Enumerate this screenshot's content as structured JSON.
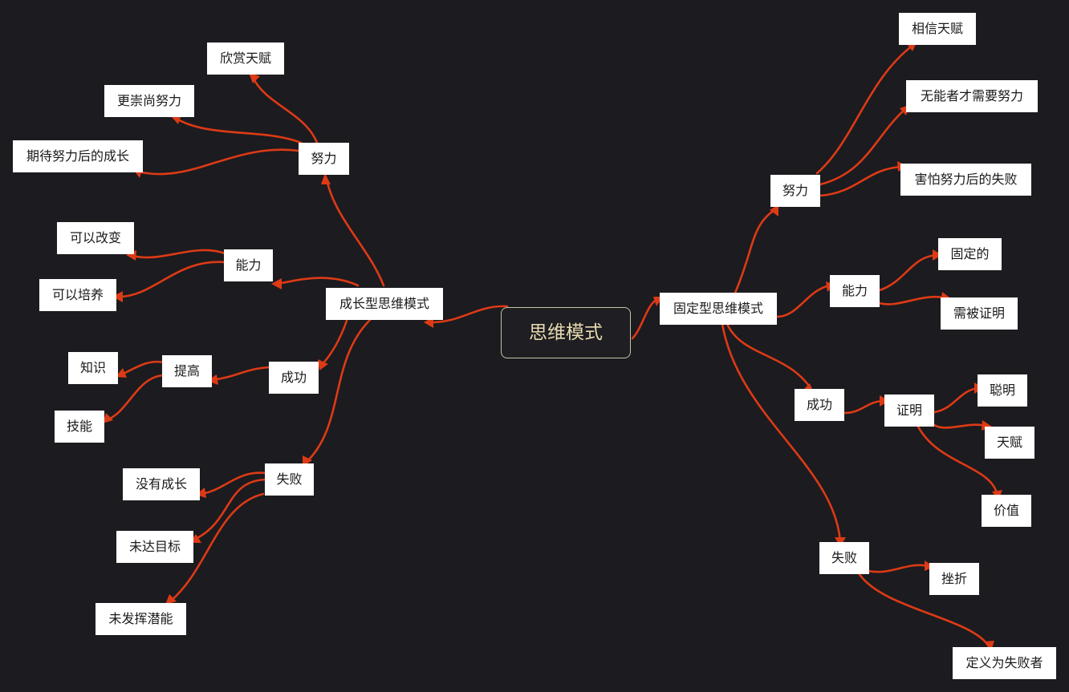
{
  "colors": {
    "background": "#1c1b1f",
    "link": "#dd3a16",
    "node_fill": "#ffffff",
    "root_text": "#e8dbb2"
  },
  "root": "思维模式",
  "growth": {
    "label": "成长型思维模式",
    "effort": {
      "label": "努力",
      "children": [
        "欣赏天赋",
        "更崇尚努力",
        "期待努力后的成长"
      ]
    },
    "ability": {
      "label": "能力",
      "children": [
        "可以改变",
        "可以培养"
      ]
    },
    "success": {
      "label": "成功",
      "improve": {
        "label": "提高",
        "children": [
          "知识",
          "技能"
        ]
      }
    },
    "failure": {
      "label": "失败",
      "children": [
        "没有成长",
        "未达目标",
        "未发挥潜能"
      ]
    }
  },
  "fixed": {
    "label": "固定型思维模式",
    "effort": {
      "label": "努力",
      "children": [
        "相信天赋",
        "无能者才需要努力",
        "害怕努力后的失败"
      ]
    },
    "ability": {
      "label": "能力",
      "children": [
        "固定的",
        "需被证明"
      ]
    },
    "success": {
      "label": "成功",
      "prove": {
        "label": "证明",
        "children": [
          "聪明",
          "天赋",
          "价值"
        ]
      }
    },
    "failure": {
      "label": "失败",
      "children": [
        "挫折",
        "定义为失败者"
      ]
    }
  }
}
